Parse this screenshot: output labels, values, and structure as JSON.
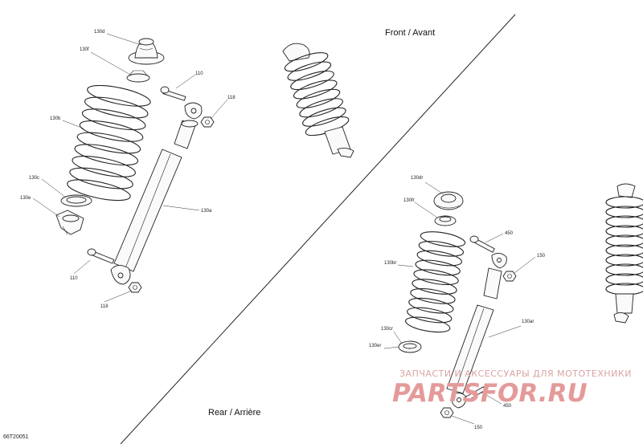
{
  "diagram": {
    "front_heading": "Front / Avant",
    "rear_heading": "Rear / Arrière",
    "figure_code": "66T20051",
    "rear_callouts": {
      "c130d": "130d",
      "c130f": "130f",
      "c130b": "130b",
      "c130c": "130c",
      "c130e": "130e",
      "c130a": "130a",
      "c110_top": "110",
      "c118_top": "118",
      "c110_bottom": "110",
      "c118_bottom": "118"
    },
    "front_callouts": {
      "c130dr": "130dr",
      "c130fr": "130fr",
      "c130br": "130br",
      "c130cr": "130cr",
      "c130er": "130er",
      "c130ar": "130ar",
      "c450_top": "450",
      "c150_top": "150",
      "c450_bottom": "450",
      "c150_bottom": "150"
    }
  },
  "watermark": {
    "tagline": "ЗАПЧАСТИ И АКСЕССУАРЫ ДЛЯ МОТОТЕХНИКИ",
    "brand": "PARTSFOR.RU"
  }
}
